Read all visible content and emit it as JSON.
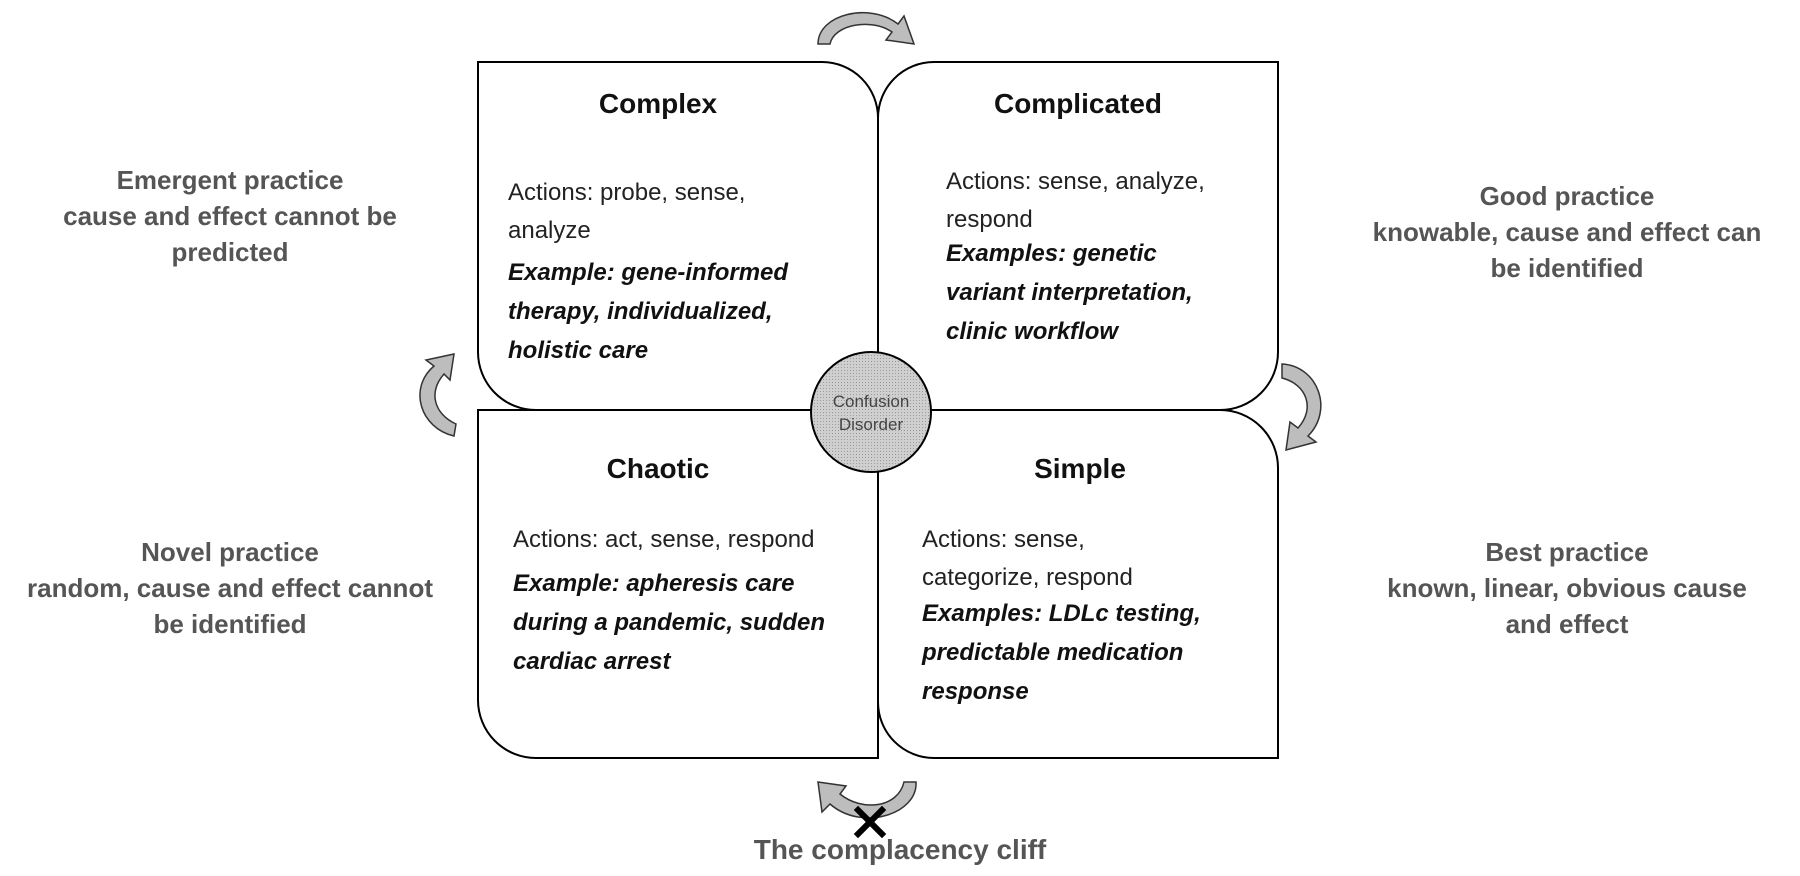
{
  "quadrants": {
    "complex": {
      "title": "Complex",
      "actions_lines": [
        "Actions: probe, sense,",
        "analyze"
      ],
      "example_lines": [
        "Example: gene-informed",
        "therapy, individualized,",
        "holistic care"
      ]
    },
    "complicated": {
      "title": "Complicated",
      "actions_lines": [
        "Actions: sense, analyze,",
        "respond"
      ],
      "example_lines": [
        "Examples: genetic",
        "variant interpretation,",
        "clinic workflow"
      ]
    },
    "chaotic": {
      "title": "Chaotic",
      "actions_lines": [
        "Actions: act, sense, respond"
      ],
      "example_lines": [
        "Example: apheresis care",
        "during a pandemic, sudden",
        "cardiac arrest"
      ]
    },
    "simple": {
      "title": "Simple",
      "actions_lines": [
        "Actions: sense,",
        "categorize, respond"
      ],
      "example_lines": [
        "Examples: LDLc testing,",
        "predictable medication",
        "response"
      ]
    }
  },
  "center": {
    "lines": [
      "Confusion",
      "Disorder"
    ]
  },
  "side_labels": {
    "emergent": [
      "Emergent practice",
      "cause and effect cannot be",
      "predicted"
    ],
    "good": [
      "Good practice",
      "knowable, cause and effect can",
      "be identified"
    ],
    "novel": [
      "Novel practice",
      "random, cause and effect cannot",
      "be identified"
    ],
    "best": [
      "Best practice",
      "known, linear, obvious cause",
      "and effect"
    ]
  },
  "bottom_label": "The complacency cliff",
  "colors": {
    "side_text": "#555555",
    "center_fill": "#c8c8c8",
    "arrow_fill": "#bdbdbd",
    "border": "#000000"
  }
}
